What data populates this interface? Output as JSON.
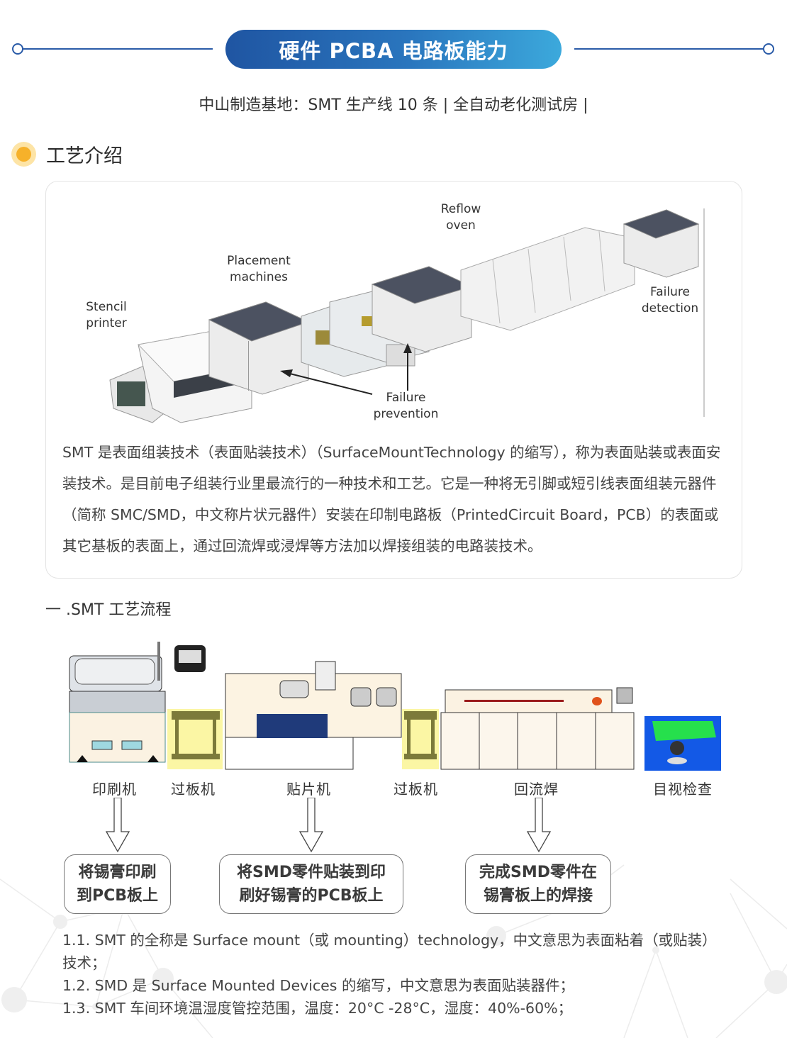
{
  "header": {
    "title": "硬件 PCBA 电路板能力",
    "subtitle": "中山制造基地：SMT 生产线 10 条 | 全自动老化测试房 |",
    "colors": {
      "pill_start": "#1f55a2",
      "pill_end": "#3ca9dc",
      "line": "#2a5ba8"
    }
  },
  "intro_section": {
    "title": "工艺介绍",
    "bullet_color": "#f6b12a",
    "diagram_labels": {
      "stencil_printer": "Stencil\nprinter",
      "placement_machines": "Placement\nmachines",
      "reflow_oven": "Reflow\noven",
      "failure_detection": "Failure\ndetection",
      "failure_prevention": "Failure\nprevention"
    },
    "paragraph": "SMT 是表面组装技术（表面贴装技术）（SurfaceMountTechnology 的缩写），称为表面贴装或表面安装技术。是目前电子组装行业里最流行的一种技术和工艺。它是一种将无引脚或短引线表面组装元器件（简称 SMC/SMD，中文称片状元器件）安装在印制电路板（PrintedCircuit Board，PCB）的表面或其它基板的表面上，通过回流焊或浸焊等方法加以焊接组装的电路装技术。"
  },
  "flow_section": {
    "title": "一 .SMT 工艺流程",
    "machines": [
      {
        "label": "印刷机"
      },
      {
        "label": "过板机"
      },
      {
        "label": "贴片机"
      },
      {
        "label": "过板机"
      },
      {
        "label": "回流焊"
      },
      {
        "label": "目视检查"
      }
    ],
    "steps": [
      {
        "line1": "将锡膏印刷",
        "line2": "到PCB板上"
      },
      {
        "line1": "将SMD零件贴装到印",
        "line2": "刷好锡膏的PCB板上"
      },
      {
        "line1": "完成SMD零件在",
        "line2": "锡膏板上的焊接"
      }
    ]
  },
  "notes": [
    "1.1. SMT 的全称是 Surface mount（或 mounting）technology，中文意思为表面粘着（或贴装）技术；",
    "1.2. SMD 是 Surface Mounted Devices 的缩写，中文意思为表面贴装器件；",
    "1.3. SMT 车间环境温湿度管控范围，温度：20°C -28°C，湿度：40%-60%；"
  ]
}
